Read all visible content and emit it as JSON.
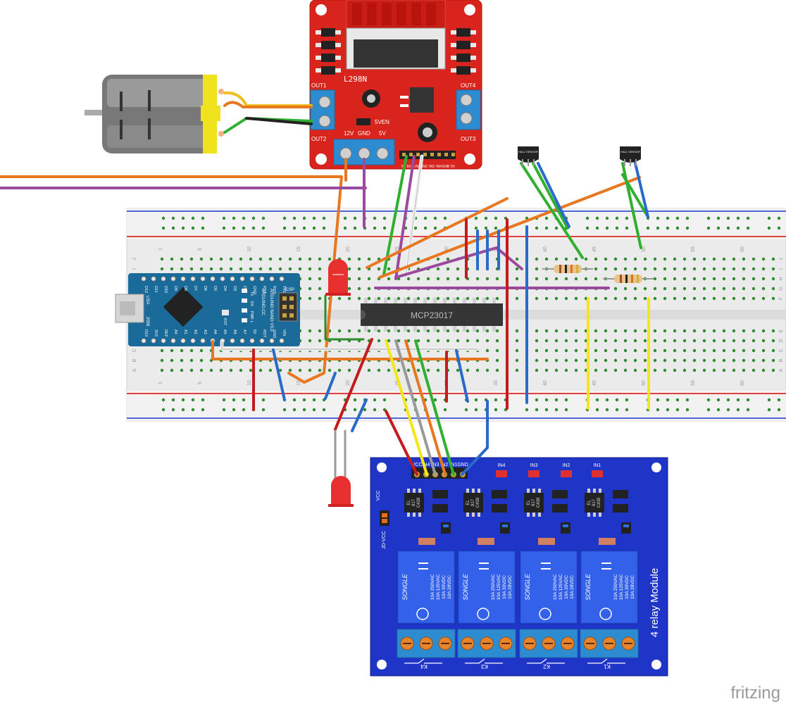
{
  "driver": {
    "name": "L298N",
    "out1": "OUT1",
    "out2": "OUT2",
    "out3": "OUT3",
    "out4": "OUT4",
    "v12": "12V",
    "gnd": "GND",
    "v5": "5V",
    "ven": "5VEN",
    "pin_labels": [
      "5V",
      "ENA",
      "IN1",
      "IN2",
      "IN3",
      "IN4",
      "ENB",
      "5V"
    ]
  },
  "hall_sensors": [
    {
      "label": "HALL SENSOR"
    },
    {
      "label": "HALL SENSOR"
    }
  ],
  "breadboard": {
    "col_numbers": [
      "1",
      "5",
      "10",
      "15",
      "20",
      "25",
      "30",
      "35",
      "40",
      "45",
      "50",
      "55",
      "60"
    ],
    "row_letters_top": [
      "J",
      "I",
      "H",
      "G",
      "F"
    ],
    "row_letters_bottom": [
      "E",
      "D",
      "C",
      "B",
      "A"
    ]
  },
  "arduino": {
    "top_pins": [
      "D12",
      "D11",
      "D10",
      "D9",
      "D8",
      "D7",
      "D6",
      "D5",
      "D4",
      "D3",
      "D2",
      "GND",
      "RST",
      "RXD",
      "TX1"
    ],
    "bottom_pins": [
      "D13",
      "3V3",
      "REF",
      "A0",
      "A1",
      "A2",
      "A3",
      "A4",
      "A5",
      "A6",
      "A7",
      "5V",
      "RST",
      "GND",
      "VIN"
    ],
    "brand": "ARDUINO.CC",
    "model": "ARDUINO NANO V3.0",
    "icsp": "ICSP",
    "leds": [
      "TX",
      "RX",
      "PWR",
      "L"
    ],
    "rst": "RST",
    "usa": "USA",
    "year": "2009"
  },
  "ic": {
    "name": "MCP23017"
  },
  "relay_module": {
    "title": "4 relay Module",
    "header_pins": [
      "VCC",
      "IN4",
      "IN3",
      "IN2",
      "IN1",
      "GND"
    ],
    "channel_labels": [
      "IN4",
      "IN3",
      "IN2",
      "IN1"
    ],
    "vcc": "VCC",
    "jd_vcc": "JD-VCC",
    "optocoupler": [
      "EL",
      "817",
      "C439"
    ],
    "relay_brand": "SONGLE",
    "relay_ratings": [
      "10A 250VAC",
      "10A 125VAC",
      "10A 30VDC",
      "10A 28VDC"
    ],
    "terminals": [
      "K4",
      "K3",
      "K2",
      "K1"
    ]
  },
  "watermark": "fritzing",
  "colors": {
    "driver_board": "#d8241c",
    "terminal_blue": "#2c8ccf",
    "relay_board": "#1f35c8",
    "breadboard": "#eeeeee",
    "rail_red": "#e04040",
    "rail_blue": "#4060d0",
    "arduino": "#1a6b9a",
    "hole": "#2e8b2e",
    "wire_orange": "#e87722",
    "wire_purple": "#9b4aa0",
    "wire_green": "#30b030",
    "wire_white": "#f0f0f0",
    "wire_blue": "#2a6ac8",
    "wire_red": "#c41c1c",
    "wire_yellow": "#f5e61a",
    "wire_gray": "#9a9a9a"
  }
}
